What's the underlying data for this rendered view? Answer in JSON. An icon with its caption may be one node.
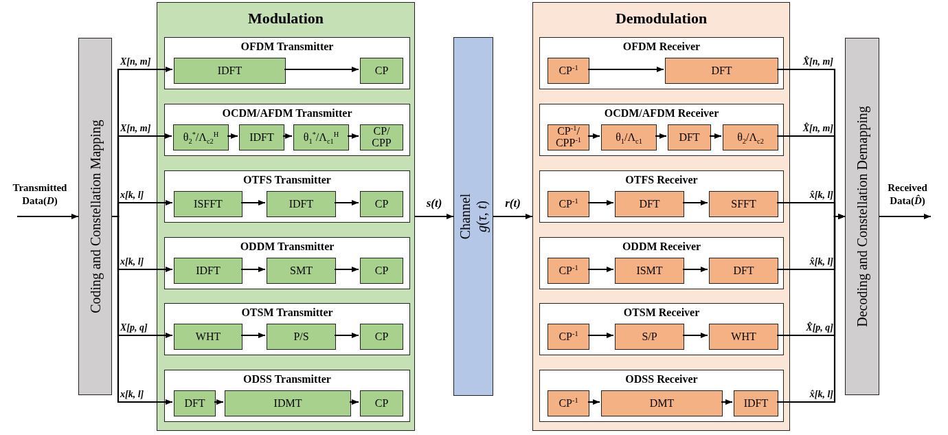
{
  "diagram": {
    "nodes": [
      {
        "text": [
          "Coding and Constellation Mapping"
        ]
      },
      {
        "text": [
          "Modulation"
        ]
      },
      {
        "text": [
          "OFDM Transmitter"
        ],
        "in": 1
      },
      {
        "text": [
          "IDFT"
        ],
        "in": 2
      },
      {
        "text": [
          "CP"
        ],
        "in": 2
      },
      {
        "text": [
          "OCDM/AFDM Transmitter"
        ],
        "in": 1
      },
      {
        "text": [
          "θ$_{2}$$^{*}$/Λ$_{c2}$$^{H}$"
        ],
        "in": 5
      },
      {
        "text": [
          "IDFT"
        ],
        "in": 5
      },
      {
        "text": [
          "θ$_{1}$$^{*}$/Λ$_{c1}$$^{H}$"
        ],
        "in": 5
      },
      {
        "text": [
          "CP/ CPP"
        ],
        "in": 5
      },
      {
        "text": [
          "OTFS Transmitter"
        ],
        "in": 1
      },
      {
        "text": [
          "ISFFT"
        ],
        "in": 10
      },
      {
        "text": [
          "IDFT"
        ],
        "in": 10
      },
      {
        "text": [
          "CP"
        ],
        "in": 10
      },
      {
        "text": [
          "ODDM Transmitter"
        ],
        "in": 1
      },
      {
        "text": [
          "IDFT"
        ],
        "in": 14
      },
      {
        "text": [
          "SMT"
        ],
        "in": 14
      },
      {
        "text": [
          "CP"
        ],
        "in": 14
      },
      {
        "text": [
          "OTSM Transmitter"
        ],
        "in": 1
      },
      {
        "text": [
          "WHT"
        ],
        "in": 18
      },
      {
        "text": [
          "P/S"
        ],
        "in": 18
      },
      {
        "text": [
          "CP"
        ],
        "in": 18
      },
      {
        "text": [
          "ODSS Transmitter"
        ],
        "in": 1
      },
      {
        "text": [
          "DFT"
        ],
        "in": 22
      },
      {
        "text": [
          "IDMT"
        ],
        "in": 22
      },
      {
        "text": [
          "CP"
        ],
        "in": 22
      },
      {
        "text": [
          "Channel",
          "*g*(*τ*, *t*)"
        ]
      },
      {
        "text": [
          "Demodulation"
        ]
      },
      {
        "text": [
          "OFDM Receiver"
        ],
        "in": 27
      },
      {
        "text": [
          "CP$^{-1}$"
        ],
        "in": 28
      },
      {
        "text": [
          "DFT"
        ],
        "in": 28
      },
      {
        "text": [
          "OCDM/AFDM Receiver"
        ],
        "in": 27
      },
      {
        "text": [
          "CP$^{-1}$/ CPP$^{-1}$"
        ],
        "in": 31
      },
      {
        "text": [
          "θ$_{1}$/Λ$_{c1}$"
        ],
        "in": 31
      },
      {
        "text": [
          "DFT"
        ],
        "in": 31
      },
      {
        "text": [
          "θ$_{2}$/Λ$_{c2}$"
        ],
        "in": 31
      },
      {
        "text": [
          "OTFS Receiver"
        ],
        "in": 27
      },
      {
        "text": [
          "CP$^{-1}$"
        ],
        "in": 36
      },
      {
        "text": [
          "DFT"
        ],
        "in": 36
      },
      {
        "text": [
          "SFFT"
        ],
        "in": 36
      },
      {
        "text": [
          "ODDM Receiver"
        ],
        "in": 27
      },
      {
        "text": [
          "CP$^{-1}$"
        ],
        "in": 40
      },
      {
        "text": [
          "ISMT"
        ],
        "in": 40
      },
      {
        "text": [
          "DFT"
        ],
        "in": 40
      },
      {
        "text": [
          "OTSM Receiver"
        ],
        "in": 27
      },
      {
        "text": [
          "CP$^{-1}$"
        ],
        "in": 44
      },
      {
        "text": [
          "S/P"
        ],
        "in": 44
      },
      {
        "text": [
          "WHT"
        ],
        "in": 44
      },
      {
        "text": [
          "ODSS Receiver"
        ],
        "in": 27
      },
      {
        "text": [
          "CP$^{-1}$"
        ],
        "in": 48
      },
      {
        "text": [
          "DMT"
        ],
        "in": 48
      },
      {
        "text": [
          "IDFT"
        ],
        "in": 48
      },
      {
        "text": [
          "Decoding and Constellation Demapping"
        ]
      },
      {
        "text": [
          "Transmitted Data(*D*)"
        ]
      },
      {
        "text": [
          "Received Data(*D̂*)"
        ]
      }
    ],
    "edges": [
      {
        "from": 53,
        "to": 0,
        "arrow": "to"
      },
      {
        "from": 0,
        "to": 3,
        "arrow": "to",
        "label": "X[n, m]"
      },
      {
        "from": 0,
        "to": 6,
        "arrow": "to",
        "label": "X[n, m]"
      },
      {
        "from": 0,
        "to": 11,
        "arrow": "to",
        "label": "x[k, l]"
      },
      {
        "from": 0,
        "to": 15,
        "arrow": "to",
        "label": "x[k, l]"
      },
      {
        "from": 0,
        "to": 19,
        "arrow": "to",
        "label": "X[p, q]"
      },
      {
        "from": 0,
        "to": 23,
        "arrow": "to",
        "label": "x[k, l]"
      },
      {
        "from": 3,
        "to": 4,
        "arrow": "to"
      },
      {
        "from": 6,
        "to": 7,
        "arrow": "to"
      },
      {
        "from": 7,
        "to": 8,
        "arrow": "to"
      },
      {
        "from": 8,
        "to": 9,
        "arrow": "to"
      },
      {
        "from": 11,
        "to": 12,
        "arrow": "to"
      },
      {
        "from": 12,
        "to": 13,
        "arrow": "to"
      },
      {
        "from": 15,
        "to": 16,
        "arrow": "to"
      },
      {
        "from": 16,
        "to": 17,
        "arrow": "to"
      },
      {
        "from": 19,
        "to": 20,
        "arrow": "to"
      },
      {
        "from": 20,
        "to": 21,
        "arrow": "to"
      },
      {
        "from": 23,
        "to": 24,
        "arrow": "to"
      },
      {
        "from": 24,
        "to": 25,
        "arrow": "to"
      },
      {
        "from": 1,
        "to": 26,
        "arrow": "to",
        "label": "s(t)"
      },
      {
        "from": 26,
        "to": 27,
        "arrow": "to",
        "label": "r(t)"
      },
      {
        "from": 29,
        "to": 30,
        "arrow": "to"
      },
      {
        "from": 32,
        "to": 33,
        "arrow": "to"
      },
      {
        "from": 33,
        "to": 34,
        "arrow": "to"
      },
      {
        "from": 34,
        "to": 35,
        "arrow": "to"
      },
      {
        "from": 37,
        "to": 38,
        "arrow": "to"
      },
      {
        "from": 38,
        "to": 39,
        "arrow": "to"
      },
      {
        "from": 41,
        "to": 42,
        "arrow": "to"
      },
      {
        "from": 42,
        "to": 43,
        "arrow": "to"
      },
      {
        "from": 45,
        "to": 46,
        "arrow": "to"
      },
      {
        "from": 46,
        "to": 47,
        "arrow": "to"
      },
      {
        "from": 49,
        "to": 50,
        "arrow": "to"
      },
      {
        "from": 50,
        "to": 51,
        "arrow": "to"
      },
      {
        "from": 30,
        "to": 52,
        "arrow": "to",
        "label": "X̂[n, m]"
      },
      {
        "from": 35,
        "to": 52,
        "arrow": "to",
        "label": "X̂[n, m]"
      },
      {
        "from": 39,
        "to": 52,
        "arrow": "to",
        "label": "x̂[k, l]"
      },
      {
        "from": 43,
        "to": 52,
        "arrow": "to",
        "label": "x̂[k, l]"
      },
      {
        "from": 47,
        "to": 52,
        "arrow": "to",
        "label": "X̂[p, q]"
      },
      {
        "from": 51,
        "to": 52,
        "arrow": "to",
        "label": "x̂[k, l]"
      },
      {
        "from": 52,
        "to": 54,
        "arrow": "to"
      }
    ]
  }
}
